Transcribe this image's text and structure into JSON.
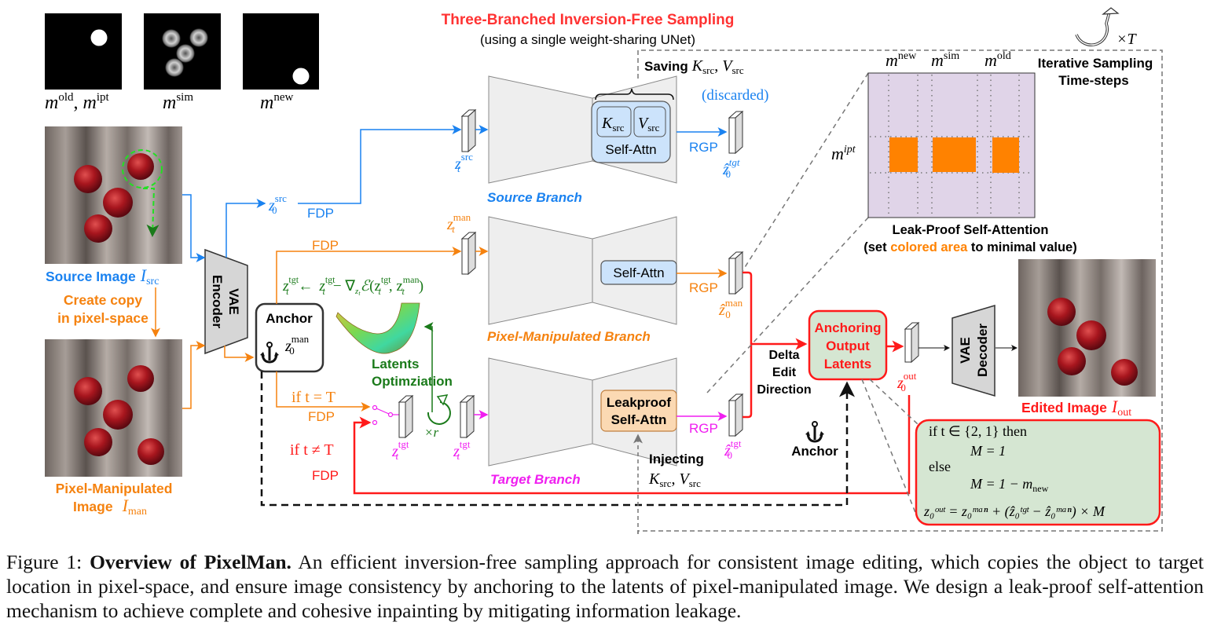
{
  "title": {
    "main": "Three-Branched Inversion-Free Sampling",
    "sub": "(using a single weight-sharing UNet)"
  },
  "masks": [
    {
      "base": "m",
      "sup": "old",
      "extra_base": "m",
      "extra_sup": "ipt"
    },
    {
      "base": "m",
      "sup": "sim"
    },
    {
      "base": "m",
      "sup": "new"
    }
  ],
  "left": {
    "source_image_label": "Source Image",
    "source_image_symbol": "I",
    "source_image_sub": "src",
    "copy_label_line1": "Create copy",
    "copy_label_line2": "in pixel-space",
    "manip_image_label_line1": "Pixel-Manipulated",
    "manip_image_label_line2": "Image",
    "manip_image_symbol": "I",
    "manip_image_sub": "man",
    "encoder_line1": "VAE",
    "encoder_line2": "Encoder"
  },
  "anchor_box": {
    "title": "Anchor",
    "var": "z",
    "sub": "0",
    "sup": "man"
  },
  "flow": {
    "fdp": "FDP",
    "rgp": "RGP",
    "z0_src": {
      "var": "z",
      "sub": "0",
      "sup": "src"
    },
    "zt_src": {
      "var": "z",
      "sub": "t",
      "sup": "src"
    },
    "zt_man": {
      "var": "z",
      "sub": "t",
      "sup": "man"
    },
    "zt_tgt": {
      "var": "z",
      "sub": "t",
      "sup": "tgt"
    },
    "z0hat_tgt_src": {
      "var": "ẑ",
      "sub": "0",
      "sup": "tgt"
    },
    "z0hat_man": {
      "var": "ẑ",
      "sub": "0",
      "sup": "man"
    },
    "z0hat_tgt": {
      "var": "ẑ",
      "sub": "0",
      "sup": "tgt"
    },
    "z0_out": {
      "var": "z",
      "sub": "0",
      "sup": "out"
    },
    "if_t_eq_T": "if t = T",
    "if_t_neq_T": "if t ≠ T",
    "discarded": "(discarded)",
    "times_r": "×r",
    "times_T": "×T"
  },
  "optimization": {
    "equation": "z_t^tgt ← z_t^tgt − ∇_{z_t} ℰ(z_t^tgt, z_t^man)",
    "label_line1": "Latents",
    "label_line2": "Optimziation"
  },
  "branches": {
    "source": {
      "name": "Source Branch",
      "block": "Self-Attn",
      "k": "K",
      "v": "V",
      "kv_sub": "src",
      "color": "#1a82f0"
    },
    "manip": {
      "name": "Pixel-Manipulated Branch",
      "block": "Self-Attn",
      "color": "#f5820f"
    },
    "target": {
      "name": "Target Branch",
      "block_line1": "Leakproof",
      "block_line2": "Self-Attn",
      "color": "#f01ef0"
    }
  },
  "kv": {
    "saving_label": "Saving",
    "injecting_label": "Injecting",
    "k": "K",
    "v": "V",
    "sub": "src"
  },
  "attention_matrix": {
    "col_labels": [
      {
        "base": "m",
        "sup": "new"
      },
      {
        "base": "m",
        "sup": "sim"
      },
      {
        "base": "m",
        "sup": "old"
      }
    ],
    "row_label": {
      "base": "m",
      "sup": "ipt"
    },
    "title": "Leak-Proof Self-Attention",
    "note_prefix": "(set ",
    "note_highlight": "colored area",
    "note_suffix": " to minimal value)",
    "fill_color": "#e0d4e8",
    "mask_color": "#ff8200"
  },
  "iterative": {
    "line1": "Iterative Sampling",
    "line2": "Time-steps"
  },
  "delta": {
    "line1": "Delta",
    "line2": "Edit",
    "line3": "Direction"
  },
  "anchoring": {
    "line1": "Anchoring",
    "line2": "Output",
    "line3": "Latents"
  },
  "anchor_label": "Anchor",
  "decoder": {
    "line1": "VAE",
    "line2": "Decoder"
  },
  "output": {
    "label": "Edited Image",
    "symbol": "I",
    "sub": "out"
  },
  "formula": {
    "line1": "if t ∈ {2, 1} then",
    "line2": "M = 1",
    "line3": "else",
    "line4": "M = 1 − m",
    "line4_sub": "new",
    "line5": "z₀ᵒᵘᵗ = z₀ᵐᵃⁿ + (ẑ₀ᵗᵍᵗ − ẑ₀ᵐᵃⁿ) × M"
  },
  "caption": {
    "prefix": "Figure 1: ",
    "bold": "Overview of PixelMan.",
    "text": " An efficient inversion-free sampling approach for consistent image editing, which copies the object to target location in pixel-space, and ensure image consistency by anchoring to the latents of pixel-manipulated image. We design a leak-proof self-attention mechanism to achieve complete and cohesive inpainting by mitigating information leakage."
  },
  "colors": {
    "blue": "#1a82f0",
    "orange": "#f5820f",
    "magenta": "#f01ef0",
    "red": "#ff1a1a",
    "title_red": "#ff3333",
    "green": "#1a7a1a",
    "gray": "#7a7a7a"
  }
}
